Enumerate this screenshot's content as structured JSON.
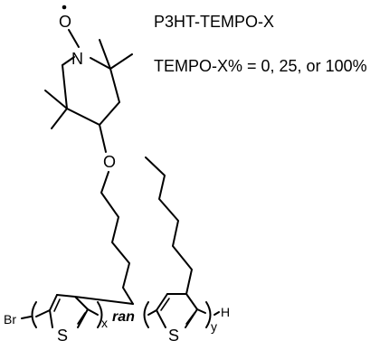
{
  "title": "P3HT-TEMPO-X",
  "composition": "TEMPO-X% = 0, 25, or 100%",
  "atoms": {
    "nitrogen": "N",
    "oxygen_radical": "O",
    "oxygen_ether": "O",
    "bromine": "Br",
    "sulfur_left": "S",
    "sulfur_right": "S",
    "hydrogen": "H"
  },
  "linker": "ran",
  "subscripts": {
    "left": "x",
    "right": "y"
  },
  "colors": {
    "ink": "#000000",
    "background": "#ffffff"
  }
}
